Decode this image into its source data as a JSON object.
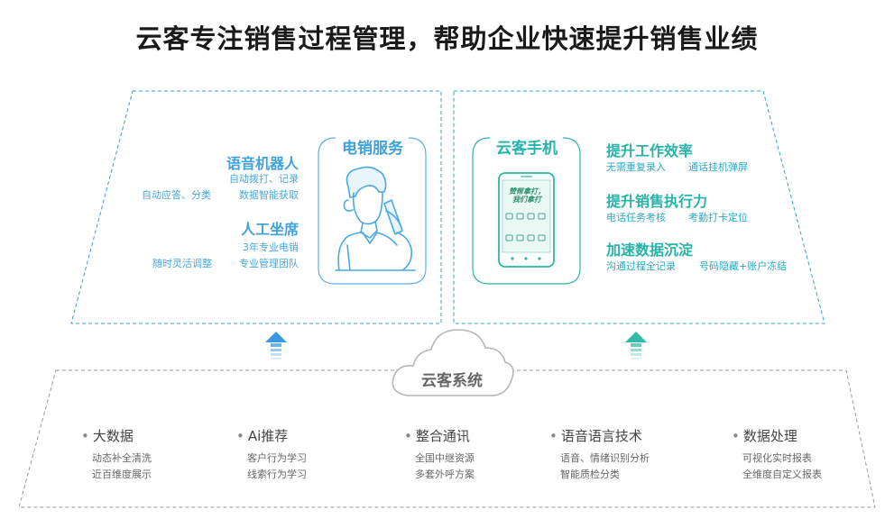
{
  "title": "云客专注销售过程管理，帮助企业快速提升销售业绩",
  "left_panel": {
    "box_title": "电销服务",
    "robot": {
      "heading": "语音机器人",
      "line1": "自动拨打、记录",
      "line2a": "自动应答、分类",
      "line2b": "数据智能获取"
    },
    "agent": {
      "heading": "人工坐席",
      "line1": "3年专业电销",
      "line2a": "随时灵活调整",
      "line2b": "专业管理团队"
    }
  },
  "right_panel": {
    "box_title": "云客手机",
    "phone_screen_text": "赞帮拿打，\n我们拿打",
    "features": [
      {
        "heading": "提升工作效率",
        "a": "无需重复录入",
        "b": "通话挂机弹屏"
      },
      {
        "heading": "提升销售执行力",
        "a": "电话任务考核",
        "b": "考勤打卡定位"
      },
      {
        "heading": "加速数据沉淀",
        "a": "沟通过程全记录",
        "b": "号码隐藏+账户冻结"
      }
    ]
  },
  "cloud_label": "云客系统",
  "bottom_items": [
    {
      "heading": "大数据",
      "l1": "动态补全清洗",
      "l2": "近百维度展示"
    },
    {
      "heading": "Ai推荐",
      "l1": "客户行为学习",
      "l2": "线索行为学习"
    },
    {
      "heading": "整合通讯",
      "l1": "全国中继资源",
      "l2": "多套外呼方案"
    },
    {
      "heading": "语音语言技术",
      "l1": "语音、情绪识别分析",
      "l2": "智能质检分类"
    },
    {
      "heading": "数据处理",
      "l1": "可视化实时报表",
      "l2": "全维度自定义报表"
    }
  ],
  "colors": {
    "left_accent": "#3fa2dc",
    "right_accent": "#26b3a8",
    "arrow_blue": "#3a97e2",
    "arrow_teal": "#35b8a8"
  }
}
